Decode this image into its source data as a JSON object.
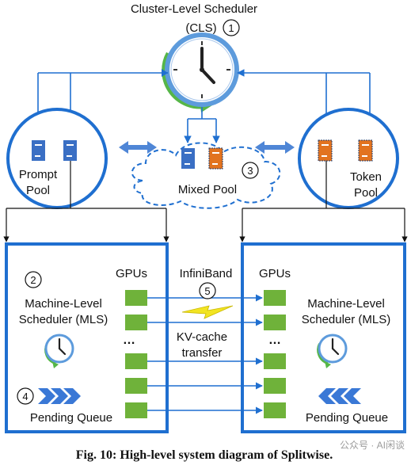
{
  "cls": {
    "title": "Cluster-Level Scheduler",
    "abbr": "(CLS)",
    "num": "1"
  },
  "prompt_pool": {
    "line1": "Prompt",
    "line2": "Pool"
  },
  "token_pool": {
    "line1": "Token",
    "line2": "Pool"
  },
  "mixed_pool": {
    "label": "Mixed Pool",
    "num": "3"
  },
  "left_machine": {
    "num": "2",
    "gpus": "GPUs",
    "mls_line1": "Machine-Level",
    "mls_line2": "Scheduler (MLS)",
    "dots": "…",
    "queue_num": "4",
    "queue_label": "Pending Queue"
  },
  "right_machine": {
    "gpus": "GPUs",
    "mls_line1": "Machine-Level",
    "mls_line2": "Scheduler (MLS)",
    "dots": "…",
    "queue_label": "Pending Queue"
  },
  "interconnect": {
    "label": "InfiniBand",
    "num": "5",
    "kv_line1": "KV-cache",
    "kv_line2": "transfer"
  },
  "caption": "Fig. 10: High-level system diagram of Splitwise.",
  "watermark": "公众号 · AI闲谈",
  "colors": {
    "blue": "#1f6fd0",
    "server_blue": "#3a6fc4",
    "server_orange": "#e2731f",
    "gpu_green": "#6fb23a",
    "clock_green": "#56b648",
    "bolt_yellow": "#f2e422"
  }
}
